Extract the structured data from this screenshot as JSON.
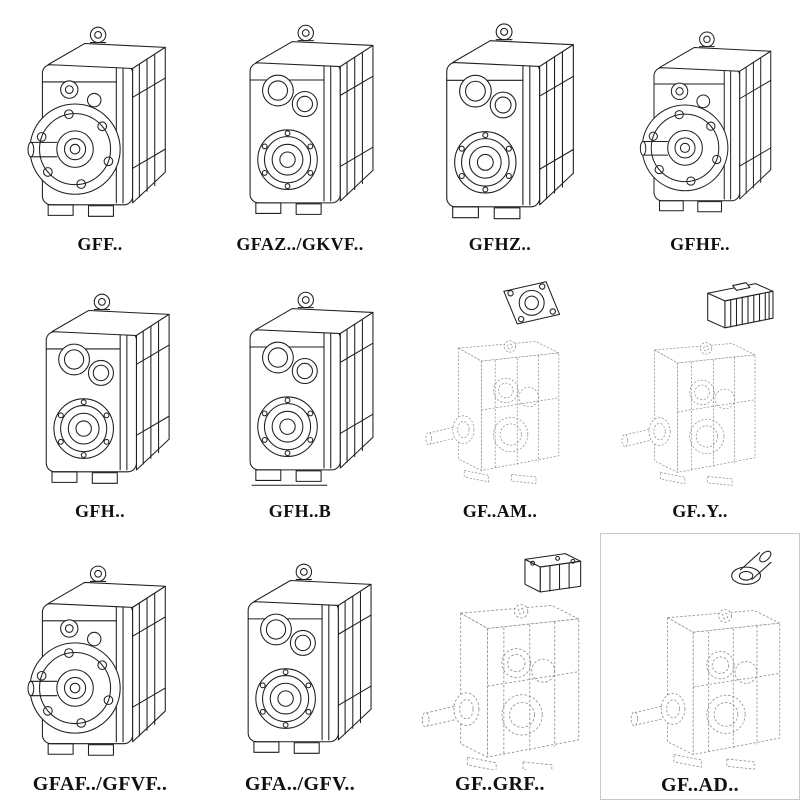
{
  "catalog": {
    "cells": [
      {
        "label": "GFF..",
        "drawing": "flange-output-gearbox-icon"
      },
      {
        "label": "GFAZ../GKVF..",
        "drawing": "hollow-shaft-gearbox-icon"
      },
      {
        "label": "GFHZ..",
        "drawing": "hollow-shaft-gearbox-icon"
      },
      {
        "label": "GFHF..",
        "drawing": "flange-output-gearbox-icon"
      },
      {
        "label": "GFH..",
        "drawing": "hollow-shaft-gearbox-icon"
      },
      {
        "label": "GFH..B",
        "drawing": "hollow-shaft-gearbox-base-icon"
      },
      {
        "label": "GF..AM..",
        "drawing": "gearbox-iec-adapter-icon"
      },
      {
        "label": "GF..Y..",
        "drawing": "gearbox-with-motor-icon"
      },
      {
        "label": "GFAF../GFVF..",
        "drawing": "flange-output-gearbox-icon"
      },
      {
        "label": "GFA../GFV..",
        "drawing": "hollow-shaft-gearbox-icon"
      },
      {
        "label": "GF..GRF..",
        "drawing": "gearbox-with-cover-icon"
      },
      {
        "label": "GF..AD..",
        "drawing": "gearbox-input-shaft-icon"
      }
    ]
  },
  "colors": {
    "line": "#1f1f1f",
    "ghost_line": "#8f8f8f",
    "background": "#ffffff",
    "label_text": "#101010"
  }
}
